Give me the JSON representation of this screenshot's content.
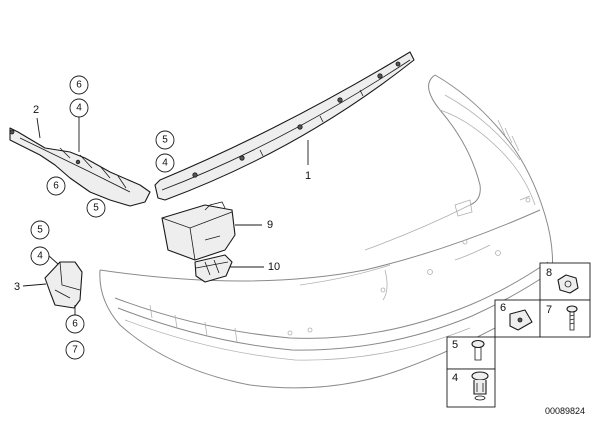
{
  "callouts": {
    "c1": "1",
    "c2": "2",
    "c3": "3",
    "c4a": "4",
    "c5a": "5",
    "c6a": "6",
    "c6b": "6",
    "c5b": "5",
    "c4b": "4",
    "c9": "9",
    "c10": "10",
    "c5c": "5",
    "c4c": "4",
    "c6c": "6",
    "c7c": "7",
    "k8": "8",
    "k6": "6",
    "k7": "7",
    "k5": "5",
    "k4": "4"
  },
  "figure_id": "00089824"
}
